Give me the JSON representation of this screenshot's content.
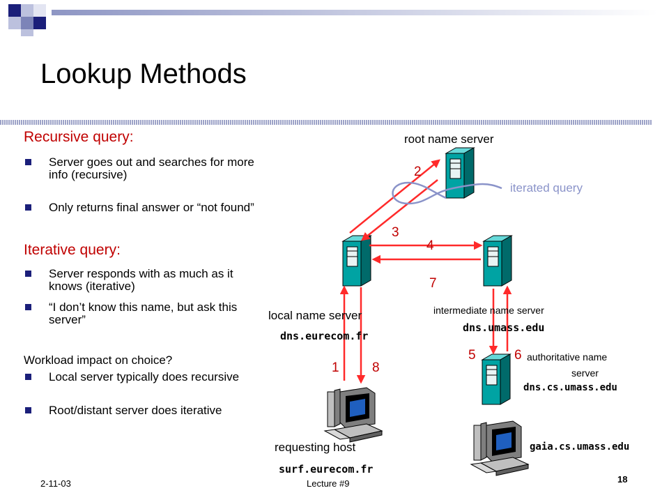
{
  "title": "Lookup Methods",
  "left": {
    "recursive_heading": "Recursive query:",
    "recursive_bullets": [
      "Server goes out and searches for more info (recursive)",
      "Only returns final answer or “not found”"
    ],
    "iterative_heading": "Iterative query:",
    "iterative_bullets": [
      "Server responds with as much as it knows (iterative)",
      "“I don’t know this name, but ask this server”"
    ],
    "workload_question": "Workload impact on choice?",
    "workload_bullets": [
      "Local server typically does recursive",
      "Root/distant server does iterative"
    ]
  },
  "diagram": {
    "root_label": "root name server",
    "iterated_label": "iterated query",
    "local_label": "local name server",
    "local_host": "dns.eurecom.fr",
    "intermediate_label": "intermediate name server",
    "intermediate_host": "dns.umass.edu",
    "authoritative_label1": "authoritative name",
    "authoritative_label2": "server",
    "authoritative_host": "dns.cs.umass.edu",
    "requesting_label": "requesting host",
    "requesting_host": "surf.eurecom.fr",
    "gaia_host": "gaia.cs.umass.edu",
    "steps": [
      "1",
      "2",
      "3",
      "4",
      "5",
      "6",
      "7",
      "8"
    ]
  },
  "footer": {
    "date": "2-11-03",
    "lecture": "Lecture #9",
    "page": "18"
  },
  "colors": {
    "accent_red": "#c00000",
    "iterated_gray": "#8a93c9",
    "server_teal": "#009999"
  }
}
